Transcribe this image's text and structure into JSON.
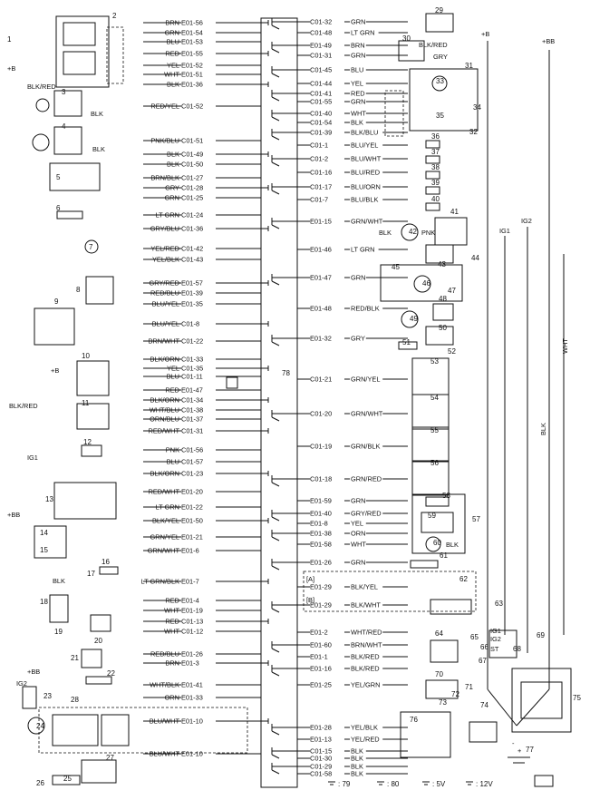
{
  "supplies": {
    "plus_b": "+B",
    "plus_bb": "+BB",
    "ig1": "IG1",
    "ig2": "IG2"
  },
  "legend": [
    {
      "symbol": "ground-icon",
      "value": ": 79"
    },
    {
      "symbol": "shield-icon",
      "value": ": 80"
    },
    {
      "symbol": "sensor-supply-icon",
      "value": ": 5V"
    },
    {
      "symbol": "supply-icon",
      "value": ": 12V"
    }
  ],
  "left_pins": [
    {
      "wire": "BRN",
      "connector": "E01-56"
    },
    {
      "wire": "GRN",
      "connector": "E01-54"
    },
    {
      "wire": "BLU",
      "connector": "E01-53"
    },
    {
      "wire": "RED",
      "connector": "E01-55"
    },
    {
      "wire": "YEL",
      "connector": "E01-52"
    },
    {
      "wire": "WHT",
      "connector": "E01-51"
    },
    {
      "wire": "BLK",
      "connector": "E01-36"
    },
    {
      "wire": "RED/YEL",
      "connector": "C01-52"
    },
    {
      "wire": "PNK/BLU",
      "connector": "C01-51"
    },
    {
      "wire": "BLK",
      "connector": "C01-49"
    },
    {
      "wire": "BLK",
      "connector": "C01-50"
    },
    {
      "wire": "BRN/BLK",
      "connector": "C01-27"
    },
    {
      "wire": "GRY",
      "connector": "C01-28"
    },
    {
      "wire": "GRN",
      "connector": "C01-25"
    },
    {
      "wire": "LT GRN",
      "connector": "C01-24"
    },
    {
      "wire": "GRY/BLU",
      "connector": "C01-36"
    },
    {
      "wire": "YEL/RED",
      "connector": "C01-42"
    },
    {
      "wire": "YEL/BLK",
      "connector": "C01-43"
    },
    {
      "wire": "GRY/RED",
      "connector": "E01-57"
    },
    {
      "wire": "RED/BLU",
      "connector": "E01-39"
    },
    {
      "wire": "BLU/YEL",
      "connector": "E01-35"
    },
    {
      "wire": "BLU/YEL",
      "connector": "C01-8"
    },
    {
      "wire": "BRN/WHT",
      "connector": "C01-22"
    },
    {
      "wire": "BLK/ORN",
      "connector": "C01-33"
    },
    {
      "wire": "YEL",
      "connector": "C01-35"
    },
    {
      "wire": "BLU",
      "connector": "C01-11"
    },
    {
      "wire": "RED",
      "connector": "E01-47"
    },
    {
      "wire": "BLK/ORN",
      "connector": "C01-34"
    },
    {
      "wire": "WHT/BLU",
      "connector": "C01-38"
    },
    {
      "wire": "ORN/BLU",
      "connector": "C01-37"
    },
    {
      "wire": "RED/WHT",
      "connector": "C01-31"
    },
    {
      "wire": "PNK",
      "connector": "C01-56"
    },
    {
      "wire": "BLU",
      "connector": "C01-57"
    },
    {
      "wire": "BLK/ORN",
      "connector": "C01-23"
    },
    {
      "wire": "RED/WHT",
      "connector": "E01-20"
    },
    {
      "wire": "LT GRN",
      "connector": "E01-22"
    },
    {
      "wire": "BLK/YEL",
      "connector": "E01-50"
    },
    {
      "wire": "GRN/YEL",
      "connector": "E01-21"
    },
    {
      "wire": "GRN/WHT",
      "connector": "E01-6"
    },
    {
      "wire": "LT GRN/BLK",
      "connector": "E01-7"
    },
    {
      "wire": "RED",
      "connector": "E01-4"
    },
    {
      "wire": "WHT",
      "connector": "E01-19"
    },
    {
      "wire": "RED",
      "connector": "C01-13"
    },
    {
      "wire": "WHT",
      "connector": "C01-12"
    },
    {
      "wire": "RED/BLU",
      "connector": "E01-26"
    },
    {
      "wire": "BRN",
      "connector": "E01-3"
    },
    {
      "wire": "WHT/BLK",
      "connector": "E01-41"
    },
    {
      "wire": "ORN",
      "connector": "E01-33"
    },
    {
      "wire": "BLU/WHT",
      "connector": "E01-10"
    },
    {
      "wire": "BLU/WHT",
      "connector": "E01-10"
    }
  ],
  "right_pins": [
    {
      "connector": "C01-32",
      "wire": "GRN"
    },
    {
      "connector": "C01-48",
      "wire": "LT GRN"
    },
    {
      "connector": "E01-49",
      "wire": "BRN"
    },
    {
      "connector": "C01-31",
      "wire": "GRN"
    },
    {
      "connector": "C01-45",
      "wire": "BLU"
    },
    {
      "connector": "C01-44",
      "wire": "YEL"
    },
    {
      "connector": "C01-41",
      "wire": "RED"
    },
    {
      "connector": "C01-55",
      "wire": "GRN"
    },
    {
      "connector": "C01-40",
      "wire": "WHT"
    },
    {
      "connector": "C01-54",
      "wire": "BLK"
    },
    {
      "connector": "C01-39",
      "wire": "BLK/BLU"
    },
    {
      "connector": "C01-1",
      "wire": "BLU/YEL"
    },
    {
      "connector": "C01-2",
      "wire": "BLU/WHT"
    },
    {
      "connector": "C01-16",
      "wire": "BLU/RED"
    },
    {
      "connector": "C01-17",
      "wire": "BLU/ORN"
    },
    {
      "connector": "C01-7",
      "wire": "BLU/BLK"
    },
    {
      "connector": "E01-15",
      "wire": "GRN/WHT"
    },
    {
      "connector": "E01-46",
      "wire": "LT GRN"
    },
    {
      "connector": "E01-47",
      "wire": "GRN"
    },
    {
      "connector": "E01-48",
      "wire": "RED/BLK"
    },
    {
      "connector": "E01-32",
      "wire": "GRY"
    },
    {
      "connector": "C01-21",
      "wire": "GRN/YEL"
    },
    {
      "connector": "C01-20",
      "wire": "GRN/WHT"
    },
    {
      "connector": "C01-19",
      "wire": "GRN/BLK"
    },
    {
      "connector": "C01-18",
      "wire": "GRN/RED"
    },
    {
      "connector": "E01-59",
      "wire": "GRN"
    },
    {
      "connector": "E01-40",
      "wire": "GRY/RED"
    },
    {
      "connector": "E01-8",
      "wire": "YEL"
    },
    {
      "connector": "E01-38",
      "wire": "ORN"
    },
    {
      "connector": "E01-58",
      "wire": "WHT"
    },
    {
      "connector": "E01-26",
      "wire": "GRN"
    },
    {
      "connector": "E01-29",
      "wire": "BLK/YEL"
    },
    {
      "connector": "E01-29",
      "wire": "BLK/WHT"
    },
    {
      "connector": "E01-2",
      "wire": "WHT/RED"
    },
    {
      "connector": "E01-60",
      "wire": "BRN/WHT"
    },
    {
      "connector": "E01-1",
      "wire": "BLK/RED"
    },
    {
      "connector": "E01-16",
      "wire": "BLK/RED"
    },
    {
      "connector": "E01-25",
      "wire": "YEL/GRN"
    },
    {
      "connector": "E01-28",
      "wire": "YEL/BLK"
    },
    {
      "connector": "E01-13",
      "wire": "YEL/RED"
    },
    {
      "connector": "C01-15",
      "wire": "BLK"
    },
    {
      "connector": "C01-30",
      "wire": "BLK"
    },
    {
      "connector": "C01-29",
      "wire": "BLK"
    },
    {
      "connector": "C01-58",
      "wire": "BLK"
    }
  ],
  "extra_labels": {
    "blk_red_left": "BLK/RED",
    "blk_left_1": "BLK",
    "blk_left_2": "BLK",
    "blk_red_sensor": "BLK/RED",
    "blk_ground": "BLK",
    "blk_red_right": "BLK/RED",
    "gry_right": "GRY",
    "pnk_right": "PNK",
    "blk_right": "BLK",
    "blk_bus": "BLK",
    "wht_bus": "WHT",
    "blk_e01_58": "BLK",
    "bracket_a": "[A]",
    "bracket_b": "[B]",
    "ig1_switch": "IG1",
    "ig2_switch": "IG2",
    "st_switch": "ST",
    "plus_b_10": "+B",
    "minus": "-",
    "plus": "+"
  },
  "component_numbers": [
    "1",
    "2",
    "3",
    "4",
    "5",
    "6",
    "7",
    "8",
    "9",
    "10",
    "11",
    "12",
    "13",
    "14",
    "15",
    "16",
    "17",
    "18",
    "19",
    "20",
    "21",
    "22",
    "23",
    "24",
    "25",
    "26",
    "27",
    "28",
    "29",
    "30",
    "31",
    "32",
    "33",
    "34",
    "35",
    "36",
    "37",
    "38",
    "39",
    "40",
    "41",
    "42",
    "43",
    "44",
    "45",
    "46",
    "47",
    "48",
    "49",
    "50",
    "51",
    "52",
    "53",
    "54",
    "55",
    "56",
    "57",
    "58",
    "59",
    "60",
    "61",
    "62",
    "63",
    "64",
    "65",
    "66",
    "67",
    "68",
    "69",
    "70",
    "71",
    "72",
    "73",
    "74",
    "75",
    "76",
    "77",
    "78"
  ]
}
